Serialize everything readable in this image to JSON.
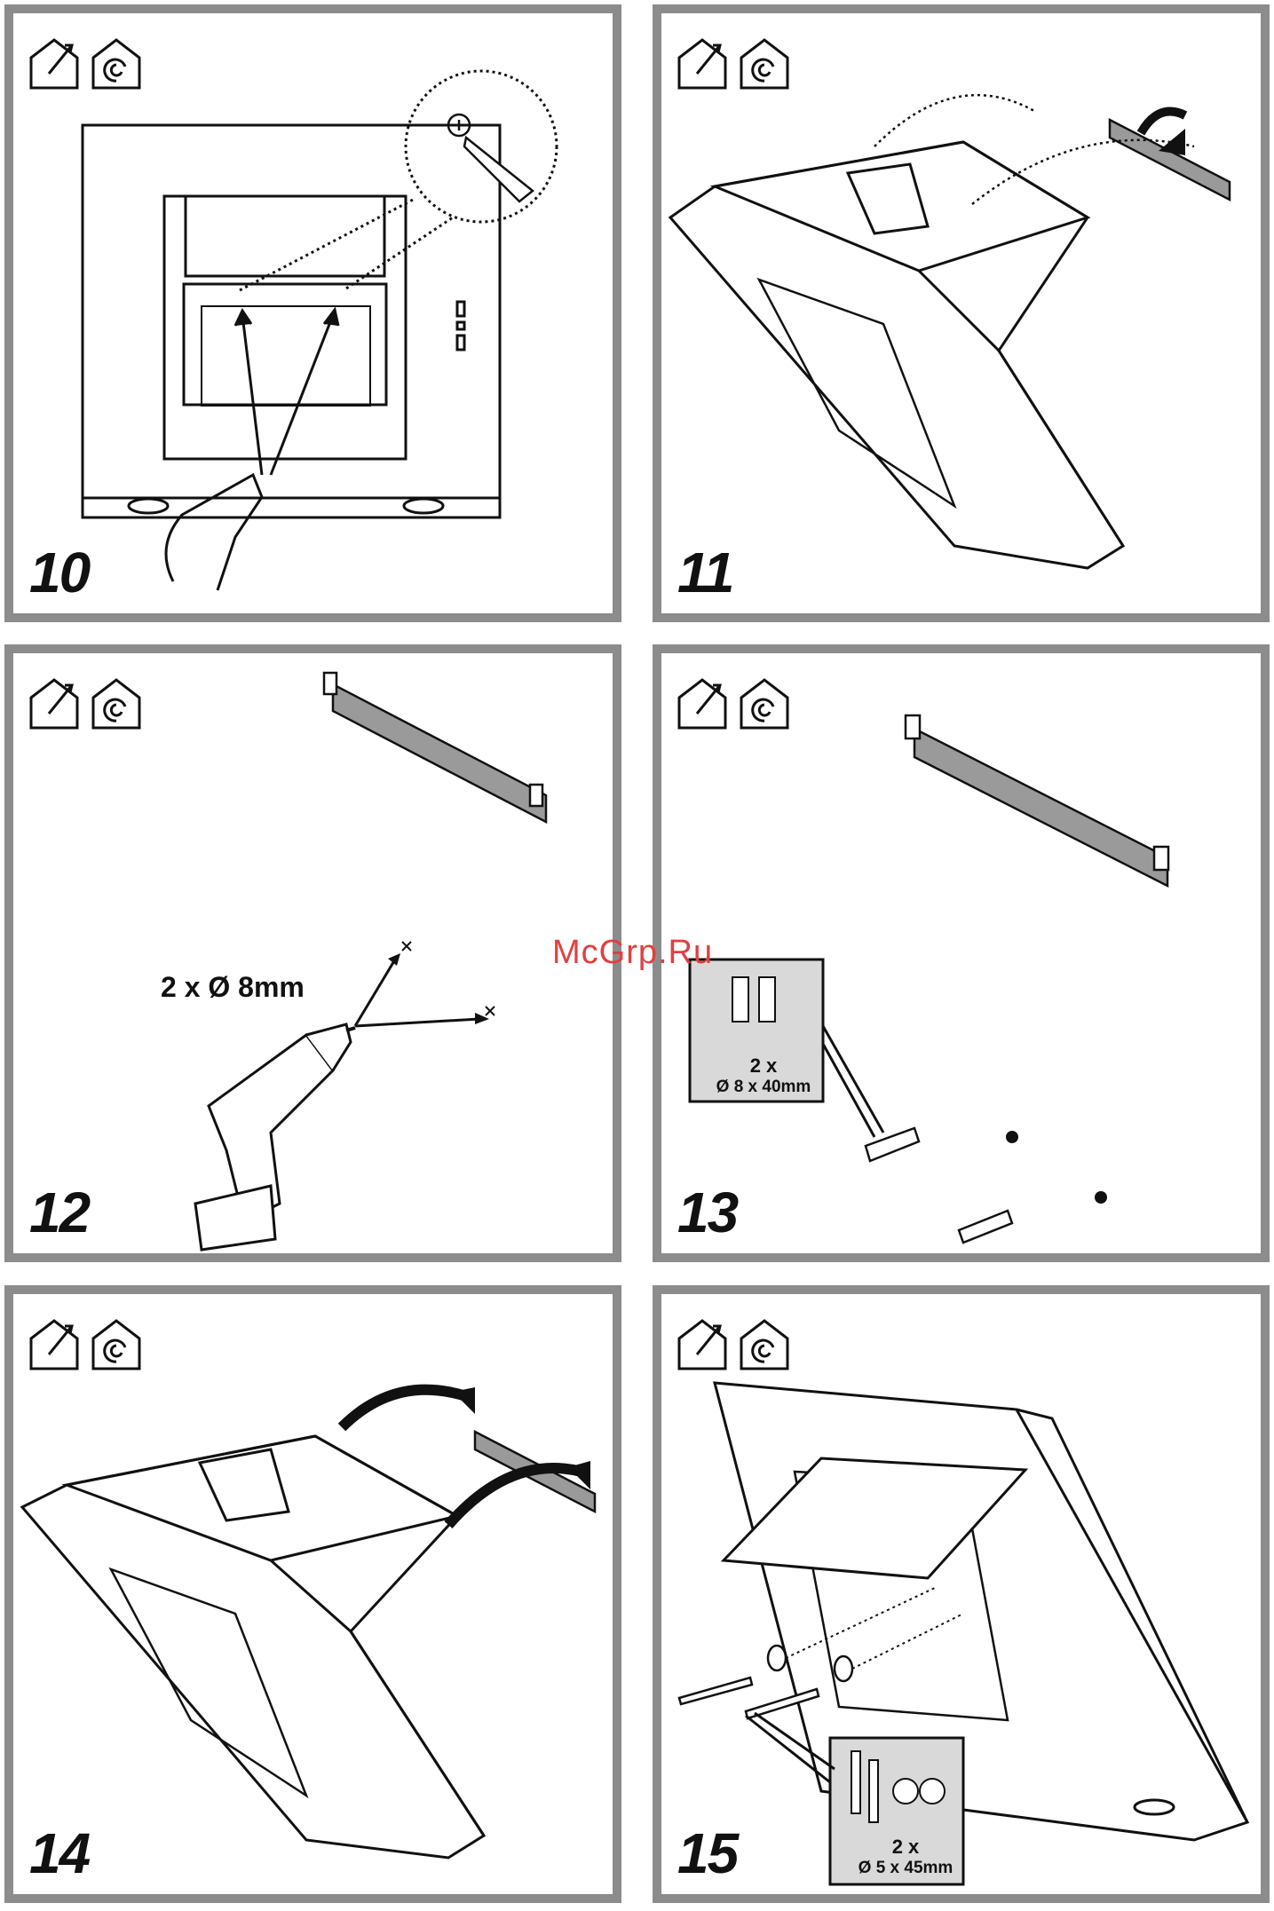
{
  "panels": [
    {
      "step": "10"
    },
    {
      "step": "11"
    },
    {
      "step": "12",
      "label": "2 x Ø 8mm"
    },
    {
      "step": "13",
      "callout_qty": "2 x",
      "callout_size": "Ø 8 x 40mm"
    },
    {
      "step": "14"
    },
    {
      "step": "15",
      "callout_qty": "2 x",
      "callout_size": "Ø 5 x 45mm"
    }
  ],
  "icons": [
    "ducted-extraction-icon",
    "recirculation-icon"
  ],
  "watermark": "McGrp.Ru",
  "colors": {
    "frame": "#8c8c8c",
    "bracket": "#9a9a9a",
    "callout_bg": "#d9d9d9",
    "watermark": "#e04040"
  }
}
